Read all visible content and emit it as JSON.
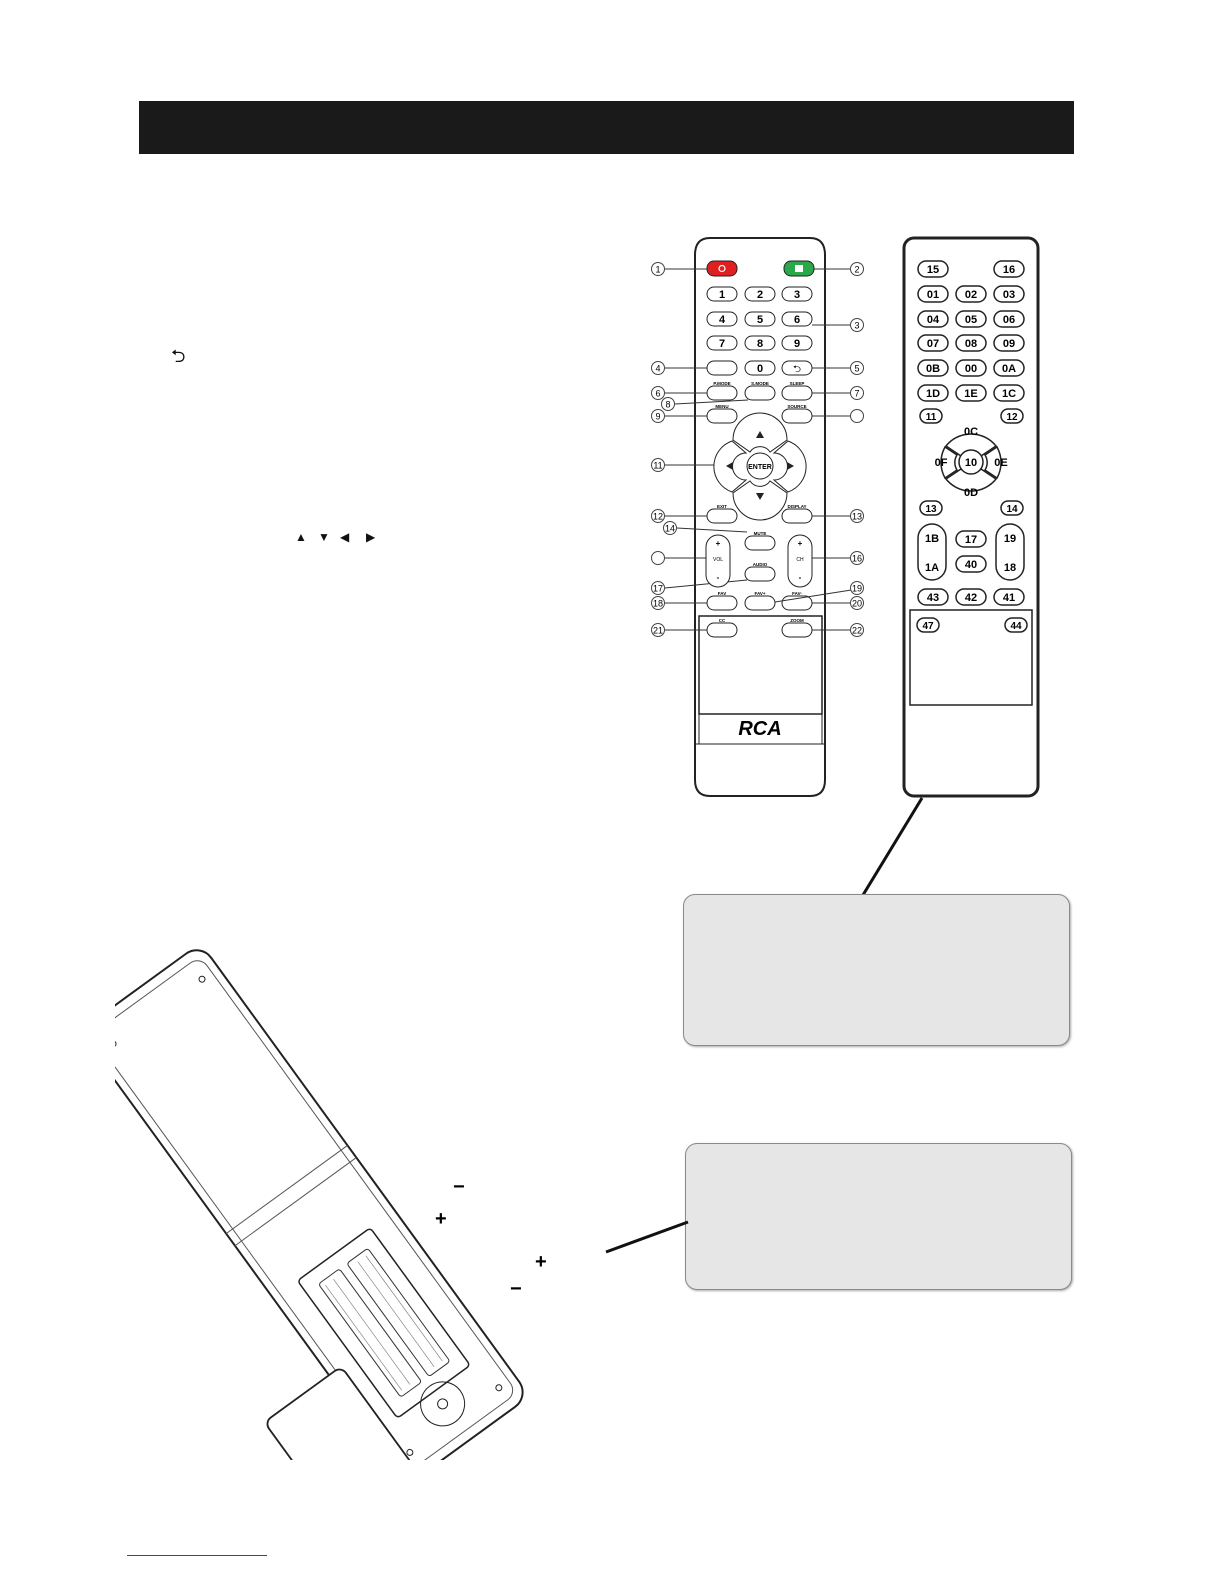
{
  "repeat_symbol": "⮌",
  "arrow_symbols": [
    "▲",
    "▼",
    "◀",
    "▶"
  ],
  "remote_front": {
    "callouts": [
      "1",
      "2",
      "3",
      "4",
      "5",
      "6",
      "7",
      "8",
      "9",
      "",
      "11",
      "12",
      "13",
      "14",
      "",
      "16",
      "17",
      "18",
      "19",
      "20",
      "21",
      "22"
    ],
    "digits": [
      "1",
      "2",
      "3",
      "4",
      "5",
      "6",
      "7",
      "8",
      "9",
      "0"
    ],
    "small_labels": {
      "pmode": "P.MODE",
      "smode": "S.MODE",
      "sleep": "SLEEP",
      "menu": "MENU",
      "source": "SOURCE",
      "enter": "ENTER",
      "exit": "EXIT",
      "display": "DISPLAY",
      "mute": "MUTE",
      "vol": "VOL",
      "ch": "CH",
      "audio": "AUDIO",
      "fav": "FAV",
      "favplus": "FAV+",
      "favminus": "FAV-",
      "cc": "CC",
      "zoom": "ZOOM",
      "plus": "+",
      "minus": "-"
    },
    "brand": "RCA"
  },
  "remote_codes": {
    "top": [
      "15",
      "16"
    ],
    "rows": [
      [
        "01",
        "02",
        "03"
      ],
      [
        "04",
        "05",
        "06"
      ],
      [
        "07",
        "08",
        "09"
      ],
      [
        "0B",
        "00",
        "0A"
      ],
      [
        "1D",
        "1E",
        "1C"
      ]
    ],
    "side": [
      "11",
      "12"
    ],
    "dpad": {
      "up": "0C",
      "left": "0F",
      "center": "10",
      "right": "0E",
      "down": "0D"
    },
    "below_dpad": [
      "13",
      "14"
    ],
    "rocker_left": [
      "1B",
      "1A"
    ],
    "middle": [
      "17",
      "40"
    ],
    "rocker_right": [
      "19",
      "18"
    ],
    "bottom_row": [
      "43",
      "42",
      "41"
    ],
    "last_row": [
      "47",
      "44"
    ]
  },
  "battery": {
    "plus": "+",
    "minus": "−"
  }
}
